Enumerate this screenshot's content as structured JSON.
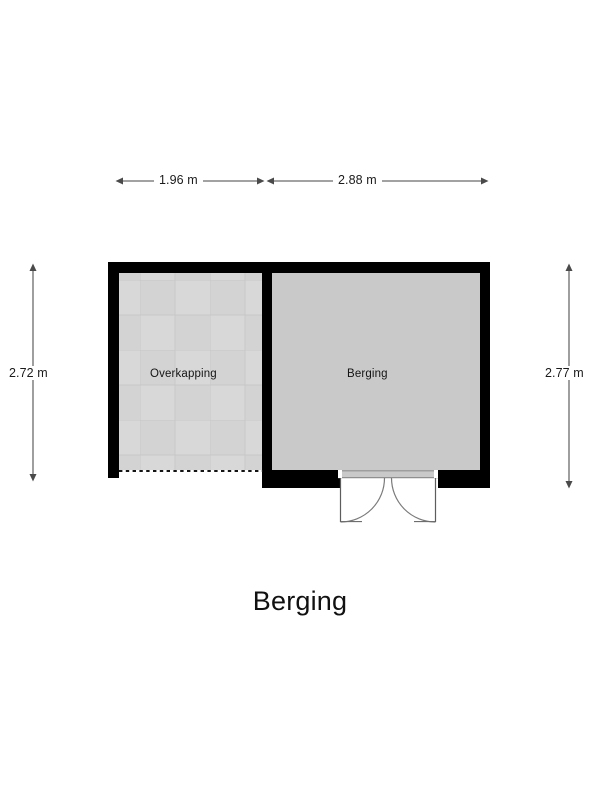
{
  "title": "Berging",
  "dimensions": {
    "top_left": "1.96 m",
    "top_right": "2.88 m",
    "left": "2.72 m",
    "right": "2.77 m"
  },
  "rooms": [
    {
      "name": "Overkapping",
      "label": "Overkapping",
      "floor": "tiled",
      "width_m": "1.96 m",
      "depth_m": "2.72 m"
    },
    {
      "name": "Berging",
      "label": "Berging",
      "floor": "solid",
      "width_m": "2.88 m",
      "depth_m": "2.77 m"
    }
  ],
  "openings": [
    {
      "name": "double-door",
      "room": "Berging",
      "type": "double-swing",
      "leaves": 2
    },
    {
      "name": "open-edge",
      "room": "Overkapping",
      "type": "dashed-open-side"
    }
  ],
  "colors": {
    "wall": "#000000",
    "floor_solid": "#c9c9c9",
    "floor_tile_a": "#d8d8d8",
    "floor_tile_b": "#d2d2d2",
    "tile_line": "#c6c6c6",
    "dimension_line": "#6b6b6b",
    "door_arc": "#6e6e6e",
    "text": "#141414",
    "background": "#ffffff"
  }
}
